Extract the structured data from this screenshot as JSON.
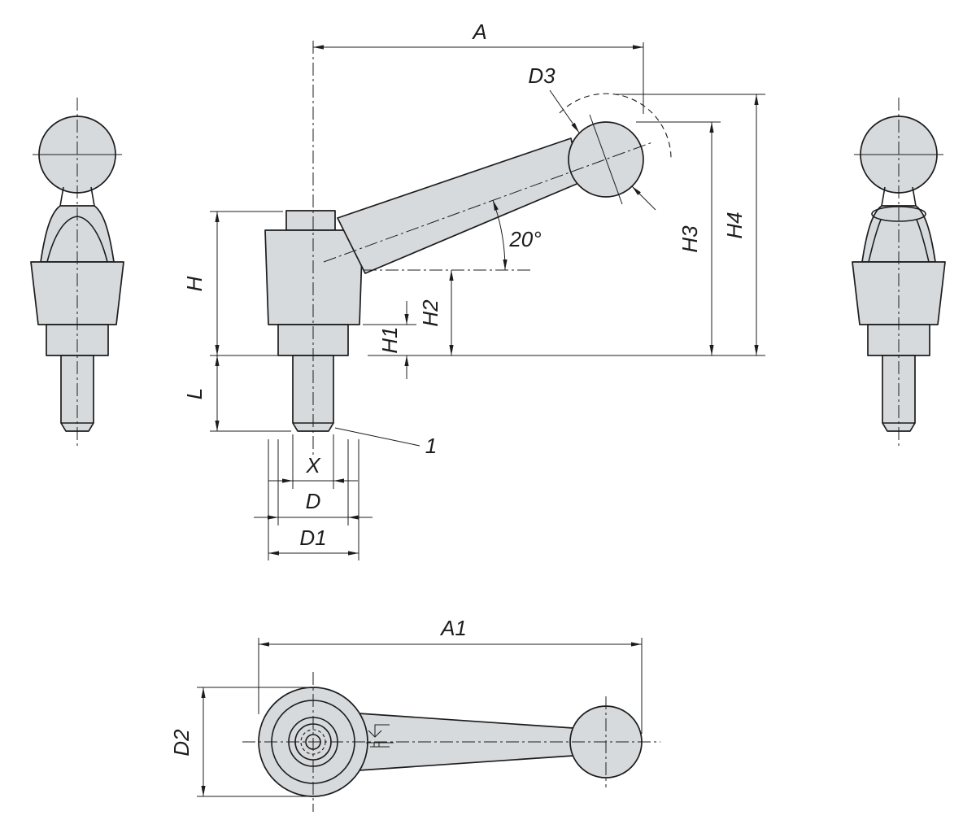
{
  "drawing": {
    "type": "technical-drawing",
    "colors": {
      "line": "#1c1c1c",
      "part_fill": "#d7dadd",
      "background": "#ffffff"
    },
    "labels": {
      "a": "A",
      "d3": "D3",
      "angle": "20°",
      "h": "H",
      "l": "L",
      "h1": "H1",
      "h2": "H2",
      "h3": "H3",
      "h4": "H4",
      "x": "X",
      "d": "D",
      "d1": "D1",
      "callout": "1",
      "a1": "A1",
      "d2": "D2"
    }
  }
}
